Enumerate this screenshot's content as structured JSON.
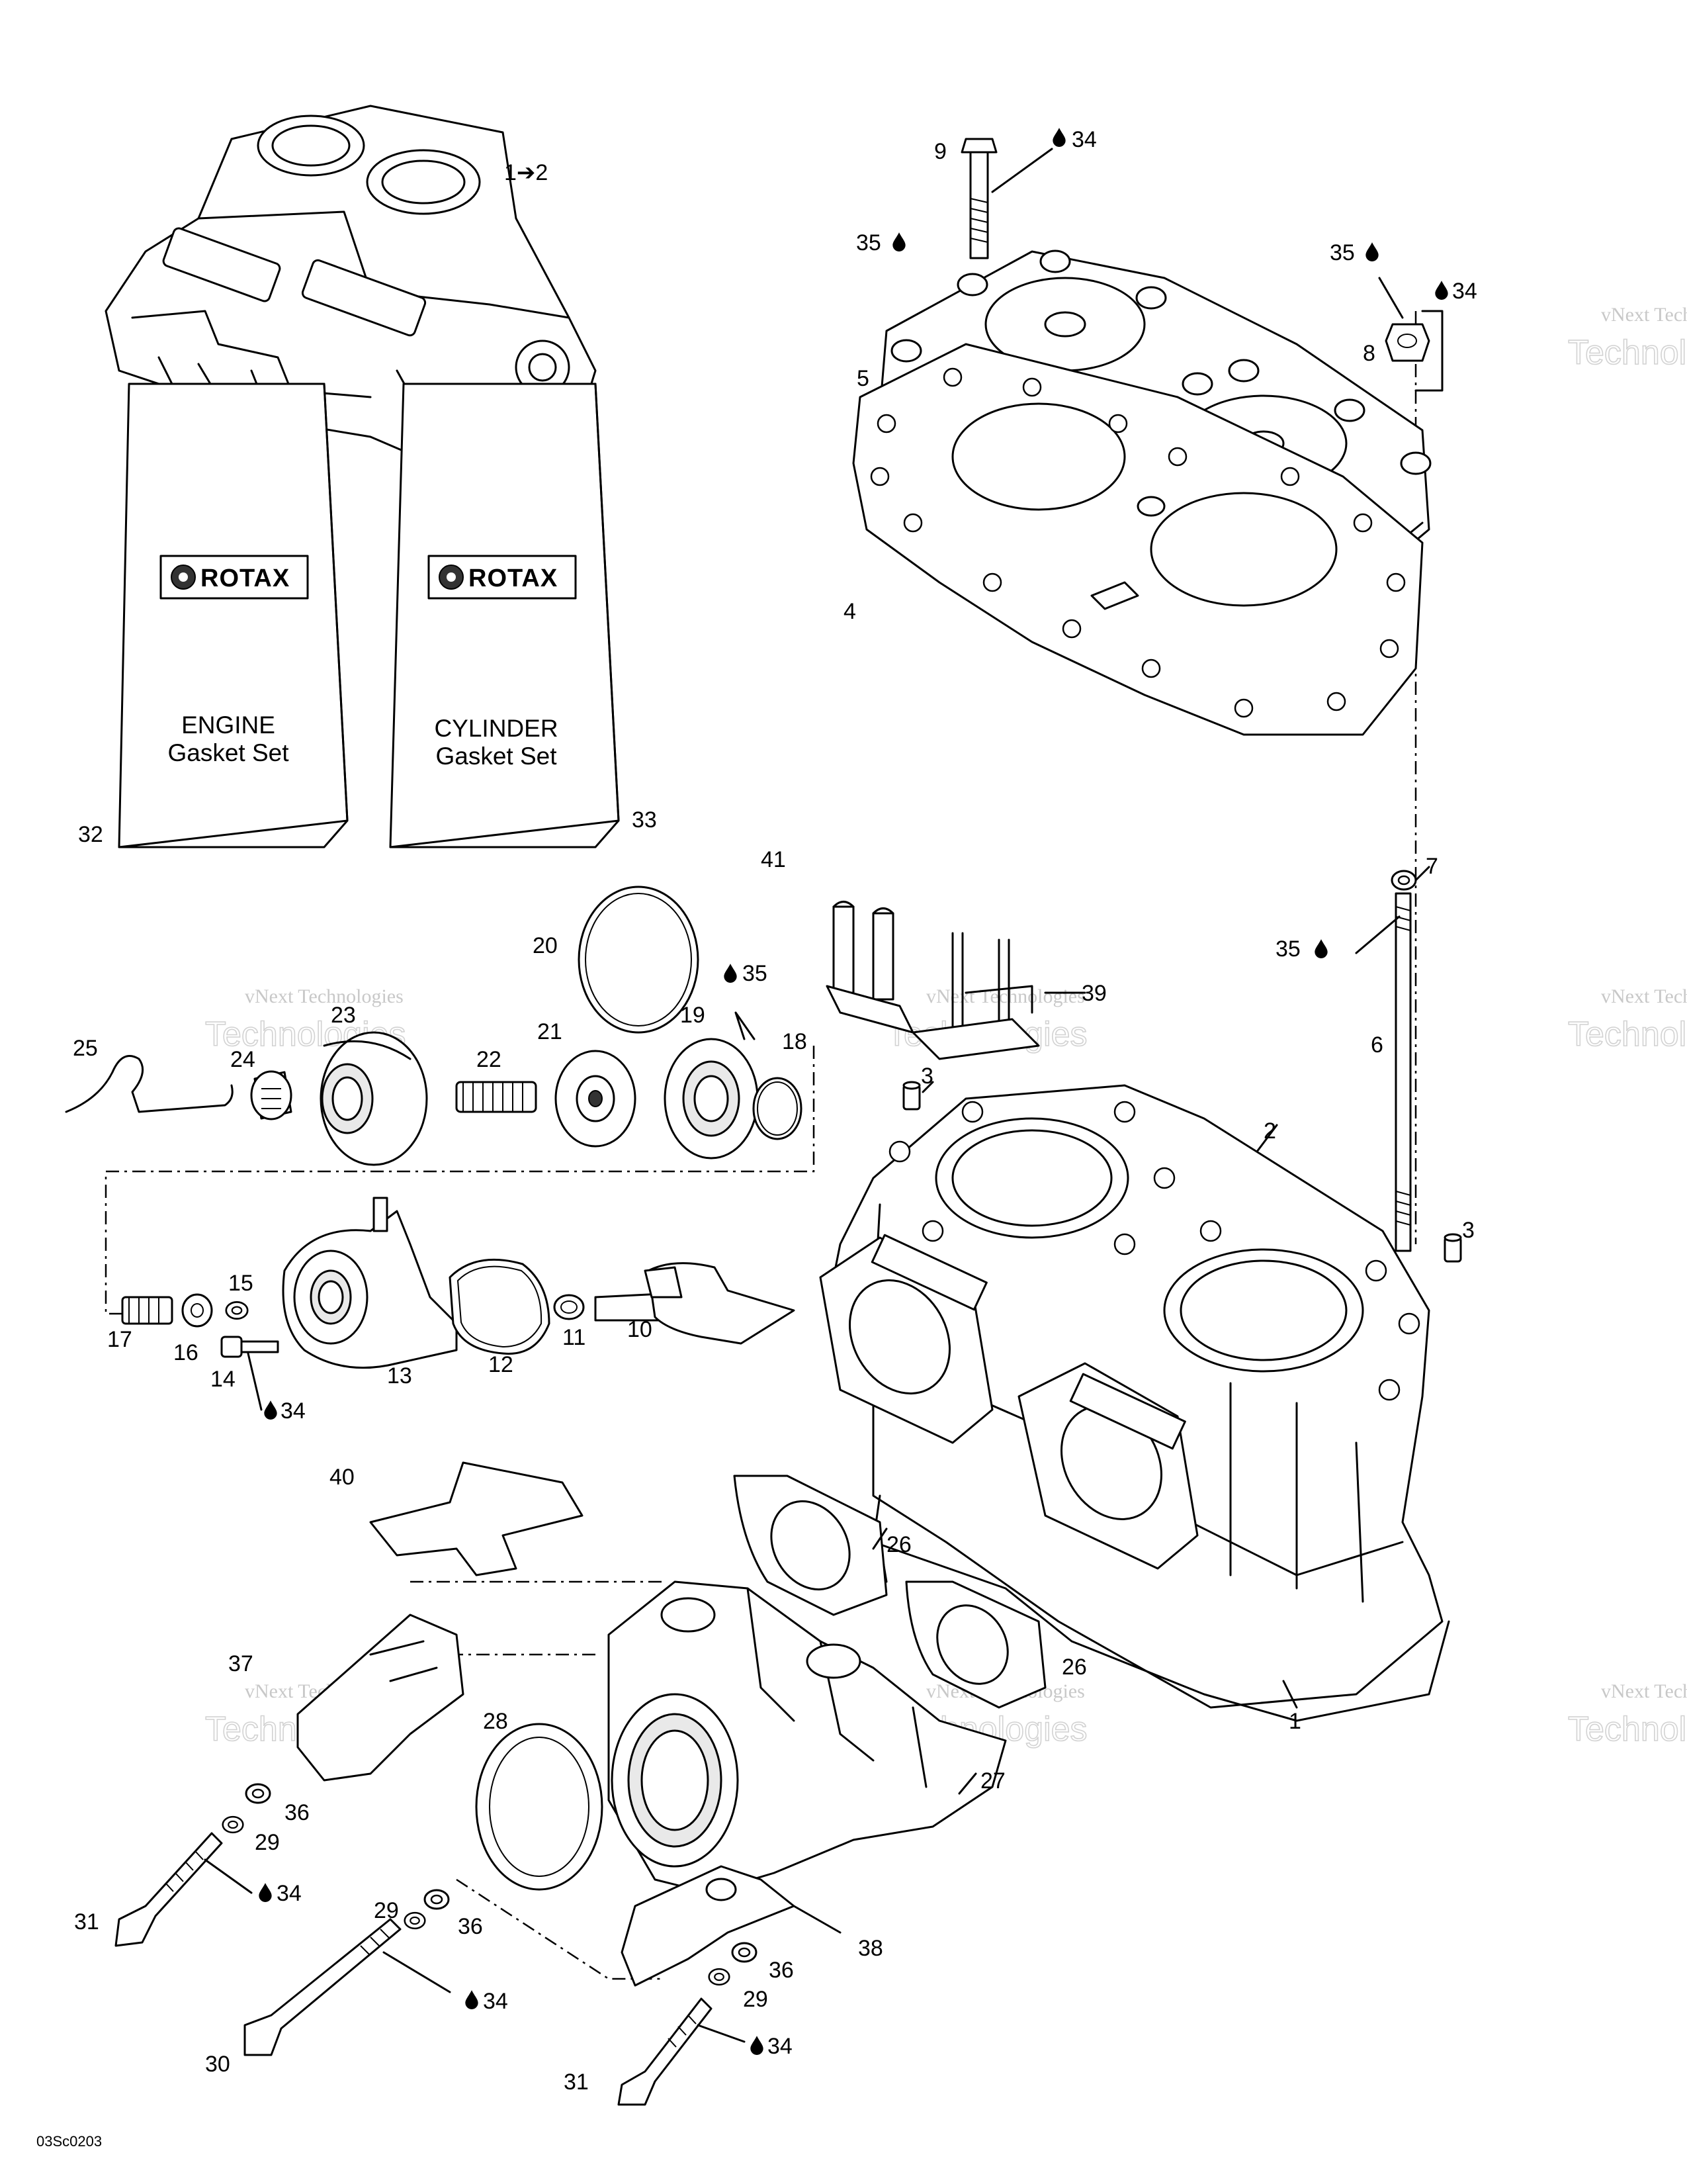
{
  "diagram_code": "03Sc0203",
  "watermark": {
    "line1": "vNext Technologies",
    "line2": "Technologies"
  },
  "kits": [
    {
      "brand": "ROTAX",
      "line1": "ENGINE",
      "line2": "Gasket Set",
      "number": "32"
    },
    {
      "brand": "ROTAX",
      "line1": "CYLINDER",
      "line2": "Gasket Set",
      "number": "33"
    }
  ],
  "callouts": {
    "c1to2": "1➔2",
    "c1": "1",
    "c2": "2",
    "c3a": "3",
    "c3b": "3",
    "c4": "4",
    "c5": "5",
    "c6": "6",
    "c7": "7",
    "c8": "8",
    "c9": "9",
    "c10": "10",
    "c11": "11",
    "c12": "12",
    "c13": "13",
    "c14": "14",
    "c15": "15",
    "c16": "16",
    "c17": "17",
    "c18": "18",
    "c19": "19",
    "c20": "20",
    "c21": "21",
    "c22": "22",
    "c23": "23",
    "c24": "24",
    "c25": "25",
    "c26a": "26",
    "c26b": "26",
    "c27": "27",
    "c28": "28",
    "c29a": "29",
    "c29b": "29",
    "c29c": "29",
    "c30": "30",
    "c31a": "31",
    "c31b": "31",
    "c34a": "34",
    "c34b": "34",
    "c34c": "34",
    "c34d": "34",
    "c34e": "34",
    "c34f": "34",
    "c35a": "35",
    "c35b": "35",
    "c35c": "35",
    "c35d": "35",
    "c36a": "36",
    "c36b": "36",
    "c36c": "36",
    "c37": "37",
    "c38": "38",
    "c39": "39",
    "c40": "40",
    "c41": "41"
  }
}
